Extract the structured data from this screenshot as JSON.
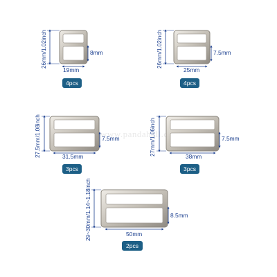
{
  "colors": {
    "dimension_line": "#1b3f8f",
    "badge_background": "#1d5f86",
    "badge_text": "#ffffff",
    "buckle_metal": "#c9c5bd"
  },
  "watermark": {
    "text": "www.pandahall.com"
  },
  "products": [
    {
      "height_label": "26mm/1.02inch",
      "width_label": "19mm",
      "slot_label": "8mm",
      "quantity_label": "4pcs"
    },
    {
      "height_label": "26mm/1.02inch",
      "width_label": "25mm",
      "slot_label": "7.5mm",
      "quantity_label": "4pcs"
    },
    {
      "height_label": "27.5mm/1.08inch",
      "width_label": "31.5mm",
      "slot_label": "7.5mm",
      "quantity_label": "3pcs"
    },
    {
      "height_label": "27mm/1.06inch",
      "width_label": "38mm",
      "slot_label": "7.5mm",
      "quantity_label": "3pcs"
    },
    {
      "height_label": "29~30mm/1.14~1.18inch",
      "width_label": "50mm",
      "slot_label": "8.5mm",
      "quantity_label": "2pcs"
    }
  ]
}
